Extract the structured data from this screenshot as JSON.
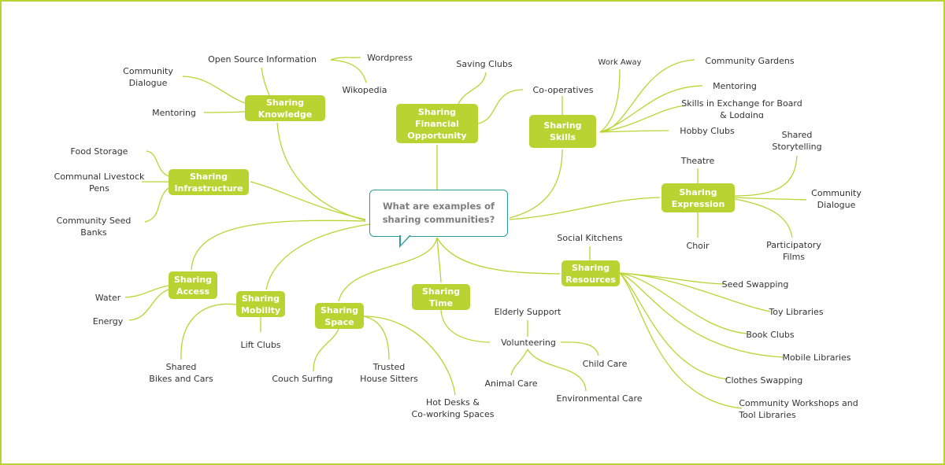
{
  "colors": {
    "accent": "#b9d432",
    "center_border": "#2a9d9d",
    "text": "#333333",
    "center_text": "#7d7d7d"
  },
  "center": {
    "label": "What are examples of\nsharing communities?"
  },
  "nodes": {
    "knowledge": "Sharing\nKnowledge",
    "financial": "Sharing\nFinancial\nOpportunity",
    "skills": "Sharing\nSkills",
    "infrastructure": "Sharing\nInfrastructure",
    "expression": "Sharing\nExpression",
    "access": "Sharing\nAccess",
    "mobility": "Sharing\nMobility",
    "space": "Sharing\nSpace",
    "time": "Sharing\nTime",
    "resources": "Sharing\nResources"
  },
  "leaves": {
    "open_source_information": "Open Source Information",
    "wordpress": "Wordpress",
    "wikipedia": "Wikopedia",
    "community_dialogue_left": "Community\nDialogue",
    "mentoring_left": "Mentoring",
    "saving_clubs": "Saving Clubs",
    "co_operatives": "Co-operatives",
    "work_away": "Work Away",
    "community_gardens": "Community Gardens",
    "mentoring_right": "Mentoring",
    "skills_exchange": "Skills in Exchange for Board\n& Lodging",
    "hobby_clubs": "Hobby Clubs",
    "food_storage": "Food Storage",
    "communal_livestock_pens": "Communal Livestock\nPens",
    "community_seed_banks": "Community Seed\nBanks",
    "theatre": "Theatre",
    "shared_storytelling": "Shared\nStorytelling",
    "community_dialogue_right": "Community\nDialogue",
    "choir": "Choir",
    "participatory_films": "Participatory\nFilms",
    "water": "Water",
    "energy": "Energy",
    "shared_bikes_cars": "Shared\nBikes and Cars",
    "lift_clubs": "Lift Clubs",
    "couch_surfing": "Couch Surfing",
    "trusted_house_sitters": "Trusted\nHouse Sitters",
    "hot_desks": "Hot Desks &\nCo-working Spaces",
    "volunteering": "Volunteering",
    "elderly_support": "Elderly Support",
    "child_care": "Child Care",
    "animal_care": "Animal Care",
    "environmental_care": "Environmental Care",
    "social_kitchens": "Social Kitchens",
    "seed_swapping": "Seed Swapping",
    "toy_libraries": "Toy Libraries",
    "book_clubs": "Book Clubs",
    "mobile_libraries": "Mobile Libraries",
    "clothes_swapping": "Clothes Swapping",
    "community_workshops": "Community Workshops and\nTool Libraries"
  }
}
